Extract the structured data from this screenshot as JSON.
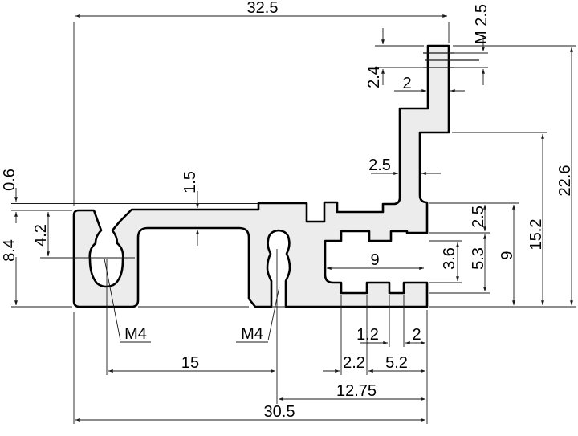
{
  "drawing": {
    "type": "technical-cross-section",
    "profile_fill": "#ececec",
    "line_color": "#000000",
    "dims": {
      "overall_width": "32.5",
      "thread_top": "M 2.5",
      "thread_top_depth": "2.4",
      "boss_wall": "2",
      "arm_wall": "2.5",
      "overall_height": "22.6",
      "right_mid_height": "15.2",
      "right_section_height": "9",
      "top_flange": "2.5",
      "side_slot_depth": "5.3",
      "side_slot_height": "3.6",
      "side_slot_width": "9",
      "top_step": "0.6",
      "web_thickness": "1.5",
      "channel_mouth_depth": "4.2",
      "left_section_height": "8.4",
      "screw_left": "M4",
      "screw_mid": "M4",
      "screw_spacing": "15",
      "tooth_gap": "1.2",
      "tooth_width": "2",
      "foot_slot": "2.2",
      "foot_span": "5.2",
      "mid_span": "12.75",
      "base_width": "30.5"
    }
  }
}
